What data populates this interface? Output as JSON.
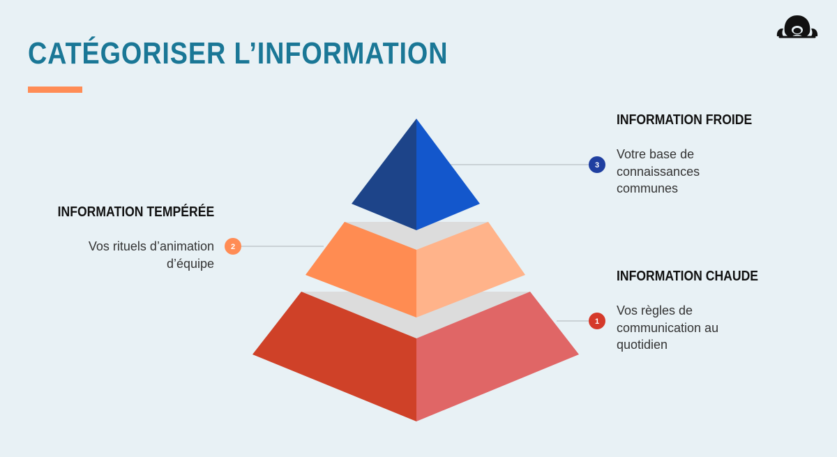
{
  "slide": {
    "title": "CATÉGORISER L’INFORMATION",
    "accent_color": "#ff8c55",
    "title_color": "#1a7796",
    "background_color": "#e8f1f5"
  },
  "logo": {
    "icon": "octopus-logo-icon"
  },
  "pyramid": {
    "levels": [
      {
        "number": "1",
        "heading": "INFORMATION CHAUDE",
        "description_lines": [
          "Vos règles de",
          "communication au",
          "quotidien"
        ],
        "badge_color": "#d5392a",
        "colors": {
          "left": "#cf4128",
          "right": "#e06666"
        }
      },
      {
        "number": "2",
        "heading": "INFORMATION TEMPÉRÉE",
        "description_lines": [
          "Vos rituels d’animation",
          "d’équipe"
        ],
        "badge_color": "#ff8c55",
        "colors": {
          "left": "#ff8c52",
          "right": "#ffb38a"
        }
      },
      {
        "number": "3",
        "heading": "INFORMATION FROIDE",
        "description_lines": [
          "Votre base de",
          "connaissances",
          "communes"
        ],
        "badge_color": "#1f3fa0",
        "colors": {
          "left": "#1d4489",
          "right": "#1357cc"
        }
      }
    ]
  }
}
